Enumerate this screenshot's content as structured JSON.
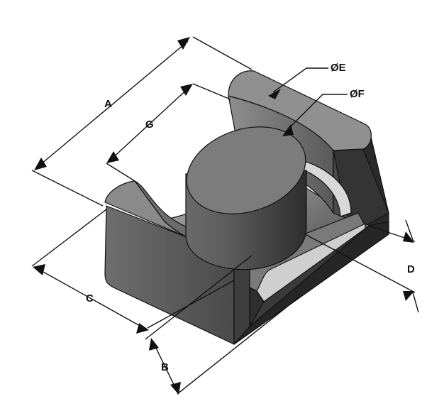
{
  "labels": {
    "A": "A",
    "B": "B",
    "C": "C",
    "D": "D",
    "G": "G",
    "E": "ØE",
    "F": "ØF"
  },
  "colors": {
    "line": "#111111",
    "top_face": "#8c8c8c",
    "front_face": "#5a5a5a",
    "dark_face": "#303030",
    "cylinder_side": "#5e5e5e",
    "cylinder_top": "#7a7a7a",
    "inner_curve": "#9a9a9a",
    "floor": "#4a4a4a",
    "highlight": "#e8e8e8"
  }
}
